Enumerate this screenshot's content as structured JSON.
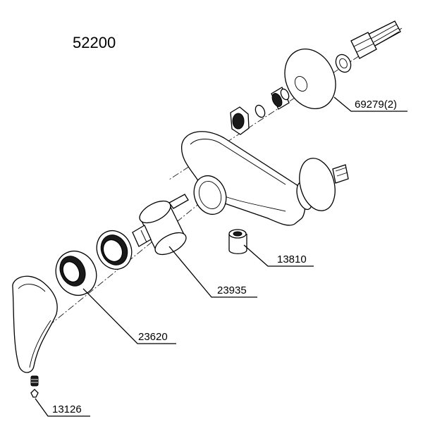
{
  "diagram": {
    "title": "52200",
    "callouts": [
      {
        "id": "escutcheon",
        "label": "69279(2)"
      },
      {
        "id": "diverter",
        "label": "13810"
      },
      {
        "id": "cartridge",
        "label": "23935"
      },
      {
        "id": "cover",
        "label": "23620"
      },
      {
        "id": "screw",
        "label": "13126"
      }
    ]
  }
}
